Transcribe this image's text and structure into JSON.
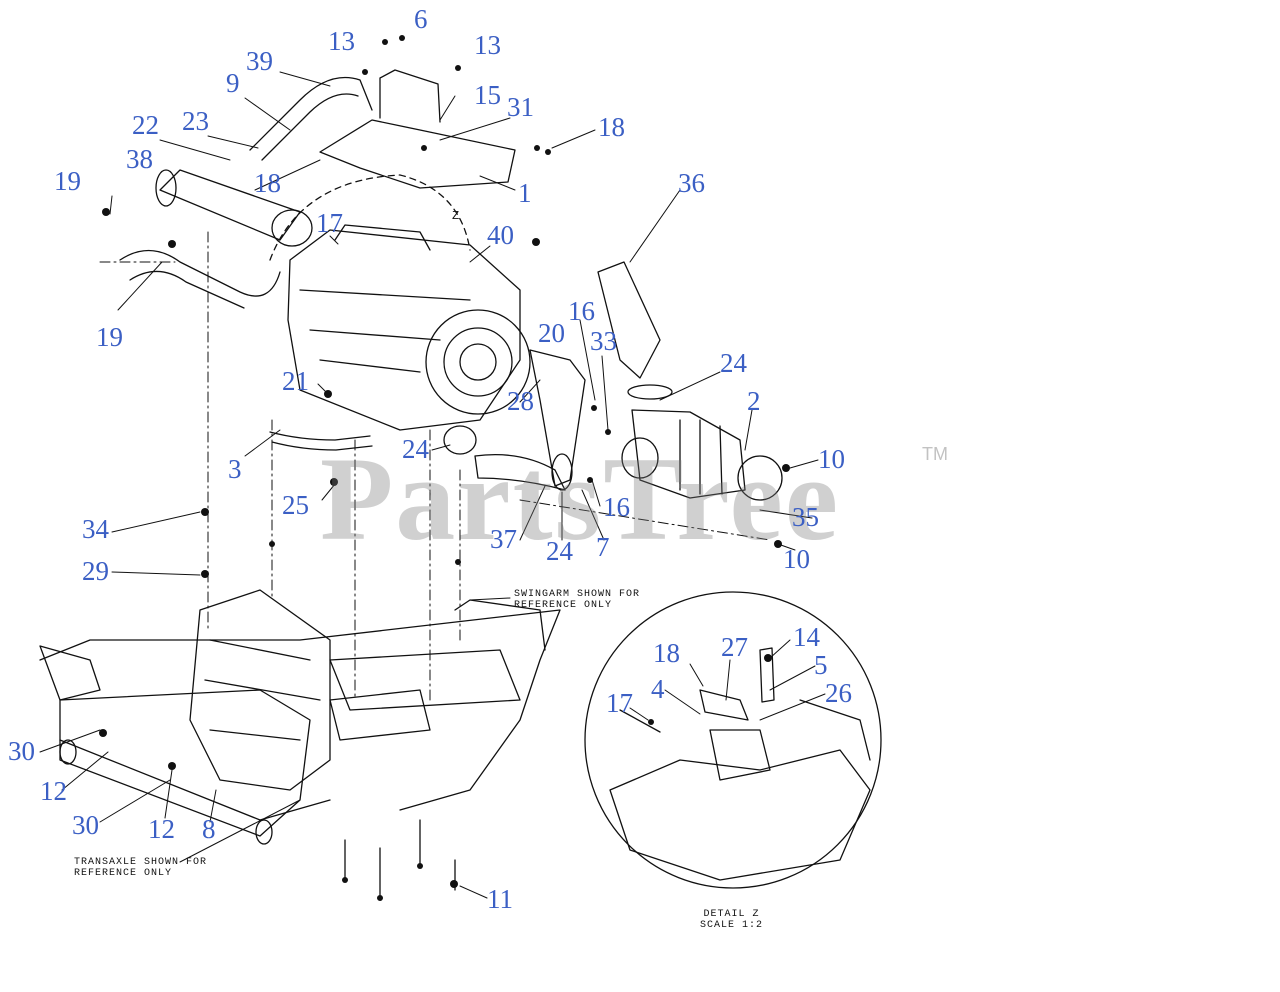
{
  "callouts": [
    {
      "id": "c6",
      "text": "6"
    },
    {
      "id": "c13a",
      "text": "13"
    },
    {
      "id": "c13b",
      "text": "13"
    },
    {
      "id": "c39",
      "text": "39"
    },
    {
      "id": "c9",
      "text": "9"
    },
    {
      "id": "c15",
      "text": "15"
    },
    {
      "id": "c31",
      "text": "31"
    },
    {
      "id": "c18a",
      "text": "18"
    },
    {
      "id": "c22",
      "text": "22"
    },
    {
      "id": "c23",
      "text": "23"
    },
    {
      "id": "c38",
      "text": "38"
    },
    {
      "id": "c18b",
      "text": "18"
    },
    {
      "id": "c1",
      "text": "1"
    },
    {
      "id": "c36",
      "text": "36"
    },
    {
      "id": "c19a",
      "text": "19"
    },
    {
      "id": "c17a",
      "text": "17"
    },
    {
      "id": "c40",
      "text": "40"
    },
    {
      "id": "c19b",
      "text": "19"
    },
    {
      "id": "c16a",
      "text": "16"
    },
    {
      "id": "c20",
      "text": "20"
    },
    {
      "id": "c33",
      "text": "33"
    },
    {
      "id": "c24a",
      "text": "24"
    },
    {
      "id": "c2",
      "text": "2"
    },
    {
      "id": "c21",
      "text": "21"
    },
    {
      "id": "c28",
      "text": "28"
    },
    {
      "id": "c24b",
      "text": "24"
    },
    {
      "id": "c3",
      "text": "3"
    },
    {
      "id": "c10a",
      "text": "10"
    },
    {
      "id": "c25",
      "text": "25"
    },
    {
      "id": "c16b",
      "text": "16"
    },
    {
      "id": "c35",
      "text": "35"
    },
    {
      "id": "c34",
      "text": "34"
    },
    {
      "id": "c37",
      "text": "37"
    },
    {
      "id": "c24c",
      "text": "24"
    },
    {
      "id": "c7",
      "text": "7"
    },
    {
      "id": "c10b",
      "text": "10"
    },
    {
      "id": "c29",
      "text": "29"
    },
    {
      "id": "c14",
      "text": "14"
    },
    {
      "id": "c18c",
      "text": "18"
    },
    {
      "id": "c27",
      "text": "27"
    },
    {
      "id": "c5",
      "text": "5"
    },
    {
      "id": "c4",
      "text": "4"
    },
    {
      "id": "c26",
      "text": "26"
    },
    {
      "id": "c17b",
      "text": "17"
    },
    {
      "id": "c30a",
      "text": "30"
    },
    {
      "id": "c12a",
      "text": "12"
    },
    {
      "id": "c30b",
      "text": "30"
    },
    {
      "id": "c12b",
      "text": "12"
    },
    {
      "id": "c8",
      "text": "8"
    },
    {
      "id": "c11",
      "text": "11"
    }
  ],
  "notes": {
    "swingarm": "SWINGARM SHOWN FOR\nREFERENCE ONLY",
    "transaxle": "TRANSAXLE SHOWN FOR\nREFERENCE ONLY",
    "detail": "DETAIL Z\nSCALE 1:2",
    "detail_marker": "Z"
  },
  "watermark": {
    "text": "PartsTree",
    "tm": "TM"
  },
  "colors": {
    "callout": "#3b5fc4",
    "line": "#111111"
  }
}
